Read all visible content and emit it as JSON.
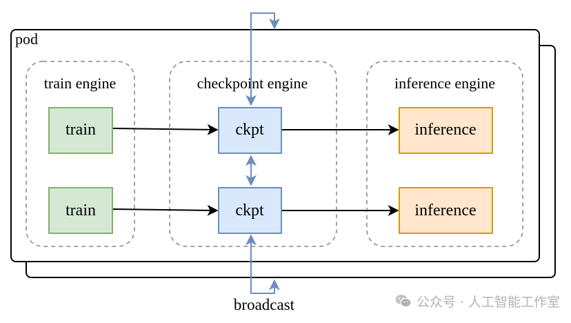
{
  "pod": {
    "label": "pod"
  },
  "groups": {
    "train": {
      "label": "train engine"
    },
    "checkpoint": {
      "label": "checkpoint engine"
    },
    "inference": {
      "label": "inference engine"
    }
  },
  "nodes": {
    "train_top": "train",
    "train_bottom": "train",
    "ckpt_top": "ckpt",
    "ckpt_bottom": "ckpt",
    "inference_top": "inference",
    "inference_bottom": "inference"
  },
  "broadcast_label": "broadcast",
  "watermark": {
    "text": "公众号 · 人工智能工作室",
    "icon": "wechat-icon"
  },
  "colors": {
    "train_fill": "#d5e8d4",
    "train_stroke": "#82b366",
    "ckpt_fill": "#dae8fc",
    "ckpt_stroke": "#6c8ebf",
    "inference_fill": "#ffe6cc",
    "inference_stroke": "#d79b00",
    "broadcast_line": "#6c8ebf"
  }
}
